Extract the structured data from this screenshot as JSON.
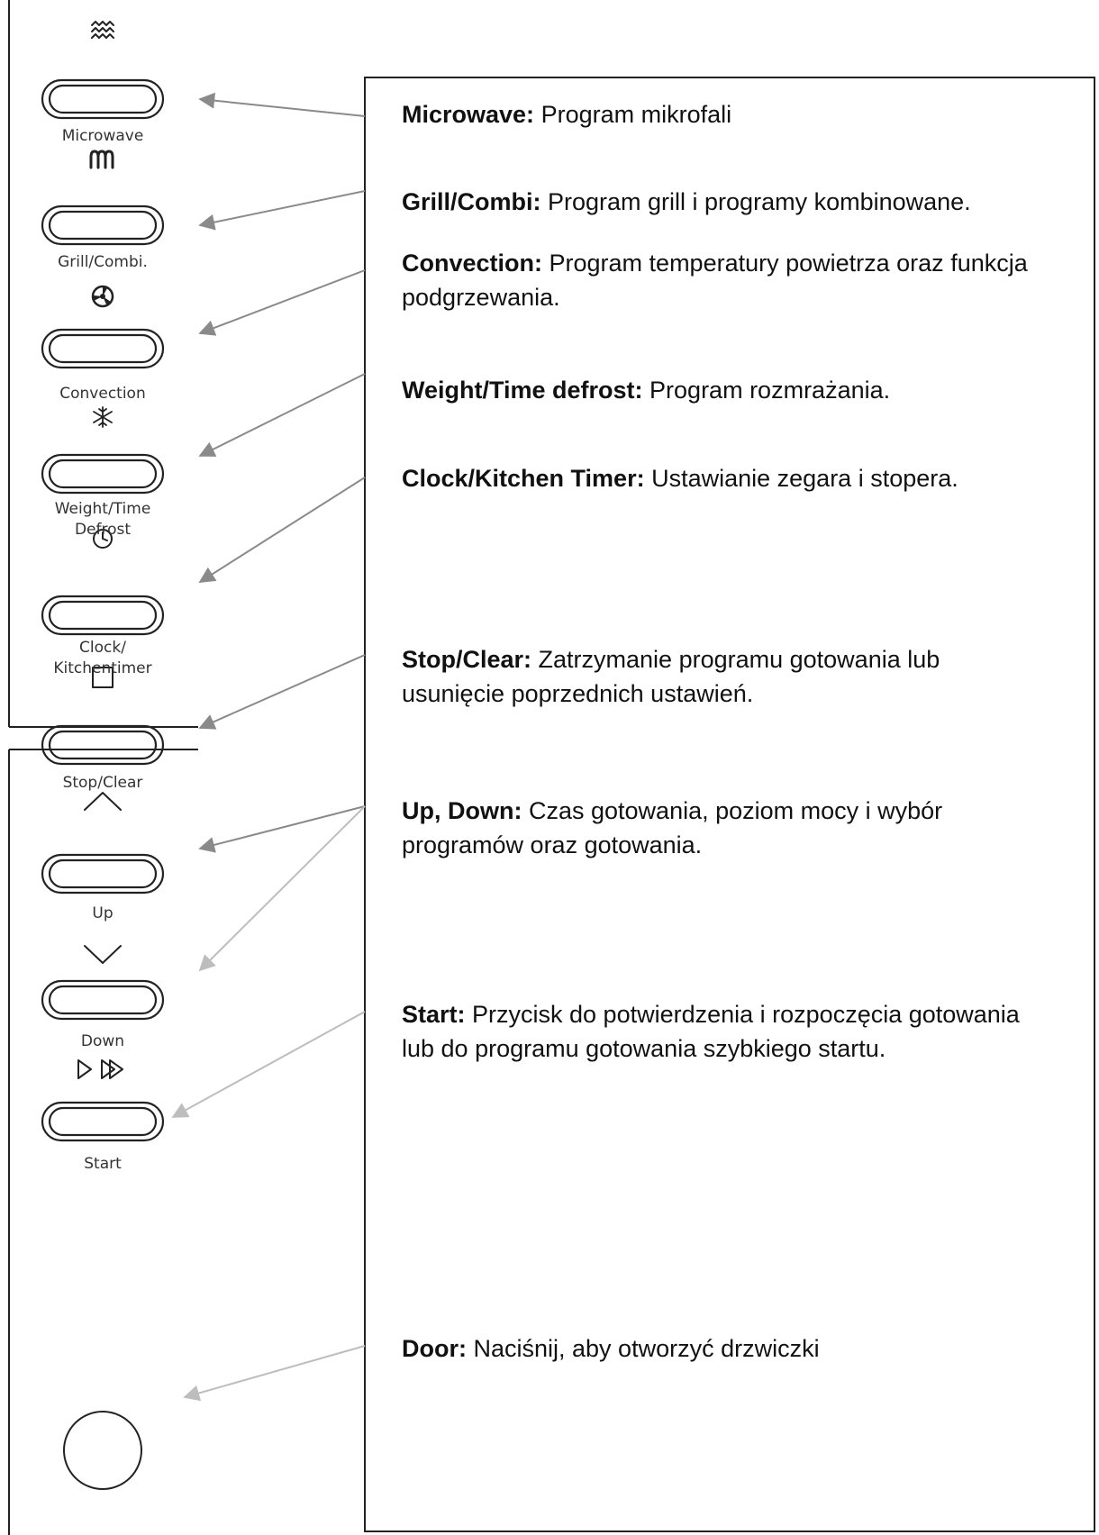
{
  "panel": {
    "buttons": [
      {
        "id": "microwave",
        "label": "Microwave",
        "icon": "microwave-waves-icon"
      },
      {
        "id": "grill",
        "label": "Grill/Combi.",
        "icon": "grill-heater-icon"
      },
      {
        "id": "convection",
        "label": "Convection",
        "icon": "fan-icon"
      },
      {
        "id": "defrost",
        "label": "Weight/Time\nDefrost",
        "icon": "snowflake-icon"
      },
      {
        "id": "clock",
        "label": "Clock/\nKitchentimer",
        "icon": "clock-icon"
      },
      {
        "id": "stop",
        "label": "Stop/Clear",
        "icon": "square-stop-icon"
      },
      {
        "id": "up",
        "label": "Up",
        "icon": "chevron-up-icon"
      },
      {
        "id": "down",
        "label": "Down",
        "icon": "chevron-down-icon"
      },
      {
        "id": "start",
        "label": "Start",
        "icon": "play-fast-forward-icon"
      }
    ],
    "door_icon": "door-button-circle-icon"
  },
  "descriptions": [
    {
      "title": "Microwave:",
      "text": " Program mikrofali"
    },
    {
      "title": "Grill/Combi:",
      "text": " Program grill i programy kombinowane."
    },
    {
      "title": "Convection:",
      "text": " Program temperatury powietrza oraz funkcja podgrzewania."
    },
    {
      "title": "Weight/Time defrost:",
      "text": " Program rozmrażania."
    },
    {
      "title": "Clock/Kitchen Timer:",
      "text": " Ustawianie zegara i stopera."
    },
    {
      "title": "Stop/Clear:",
      "text": " Zatrzymanie programu gotowania lub usunięcie poprzednich ustawień."
    },
    {
      "title": "Up, Down:",
      "text": " Czas gotowania, poziom mocy i wybór programów oraz gotowania."
    },
    {
      "title": "Start:",
      "text": " Przycisk do potwierdzenia i rozpoczęcia gotowania lub do programu gotowania szybkiego startu."
    },
    {
      "title": "Door:",
      "text": " Naciśnij, aby otworzyć drzwiczki"
    }
  ],
  "colors": {
    "line": "#222222",
    "arrow_dark": "#8a8a8a",
    "arrow_light": "#bdbdbd"
  }
}
